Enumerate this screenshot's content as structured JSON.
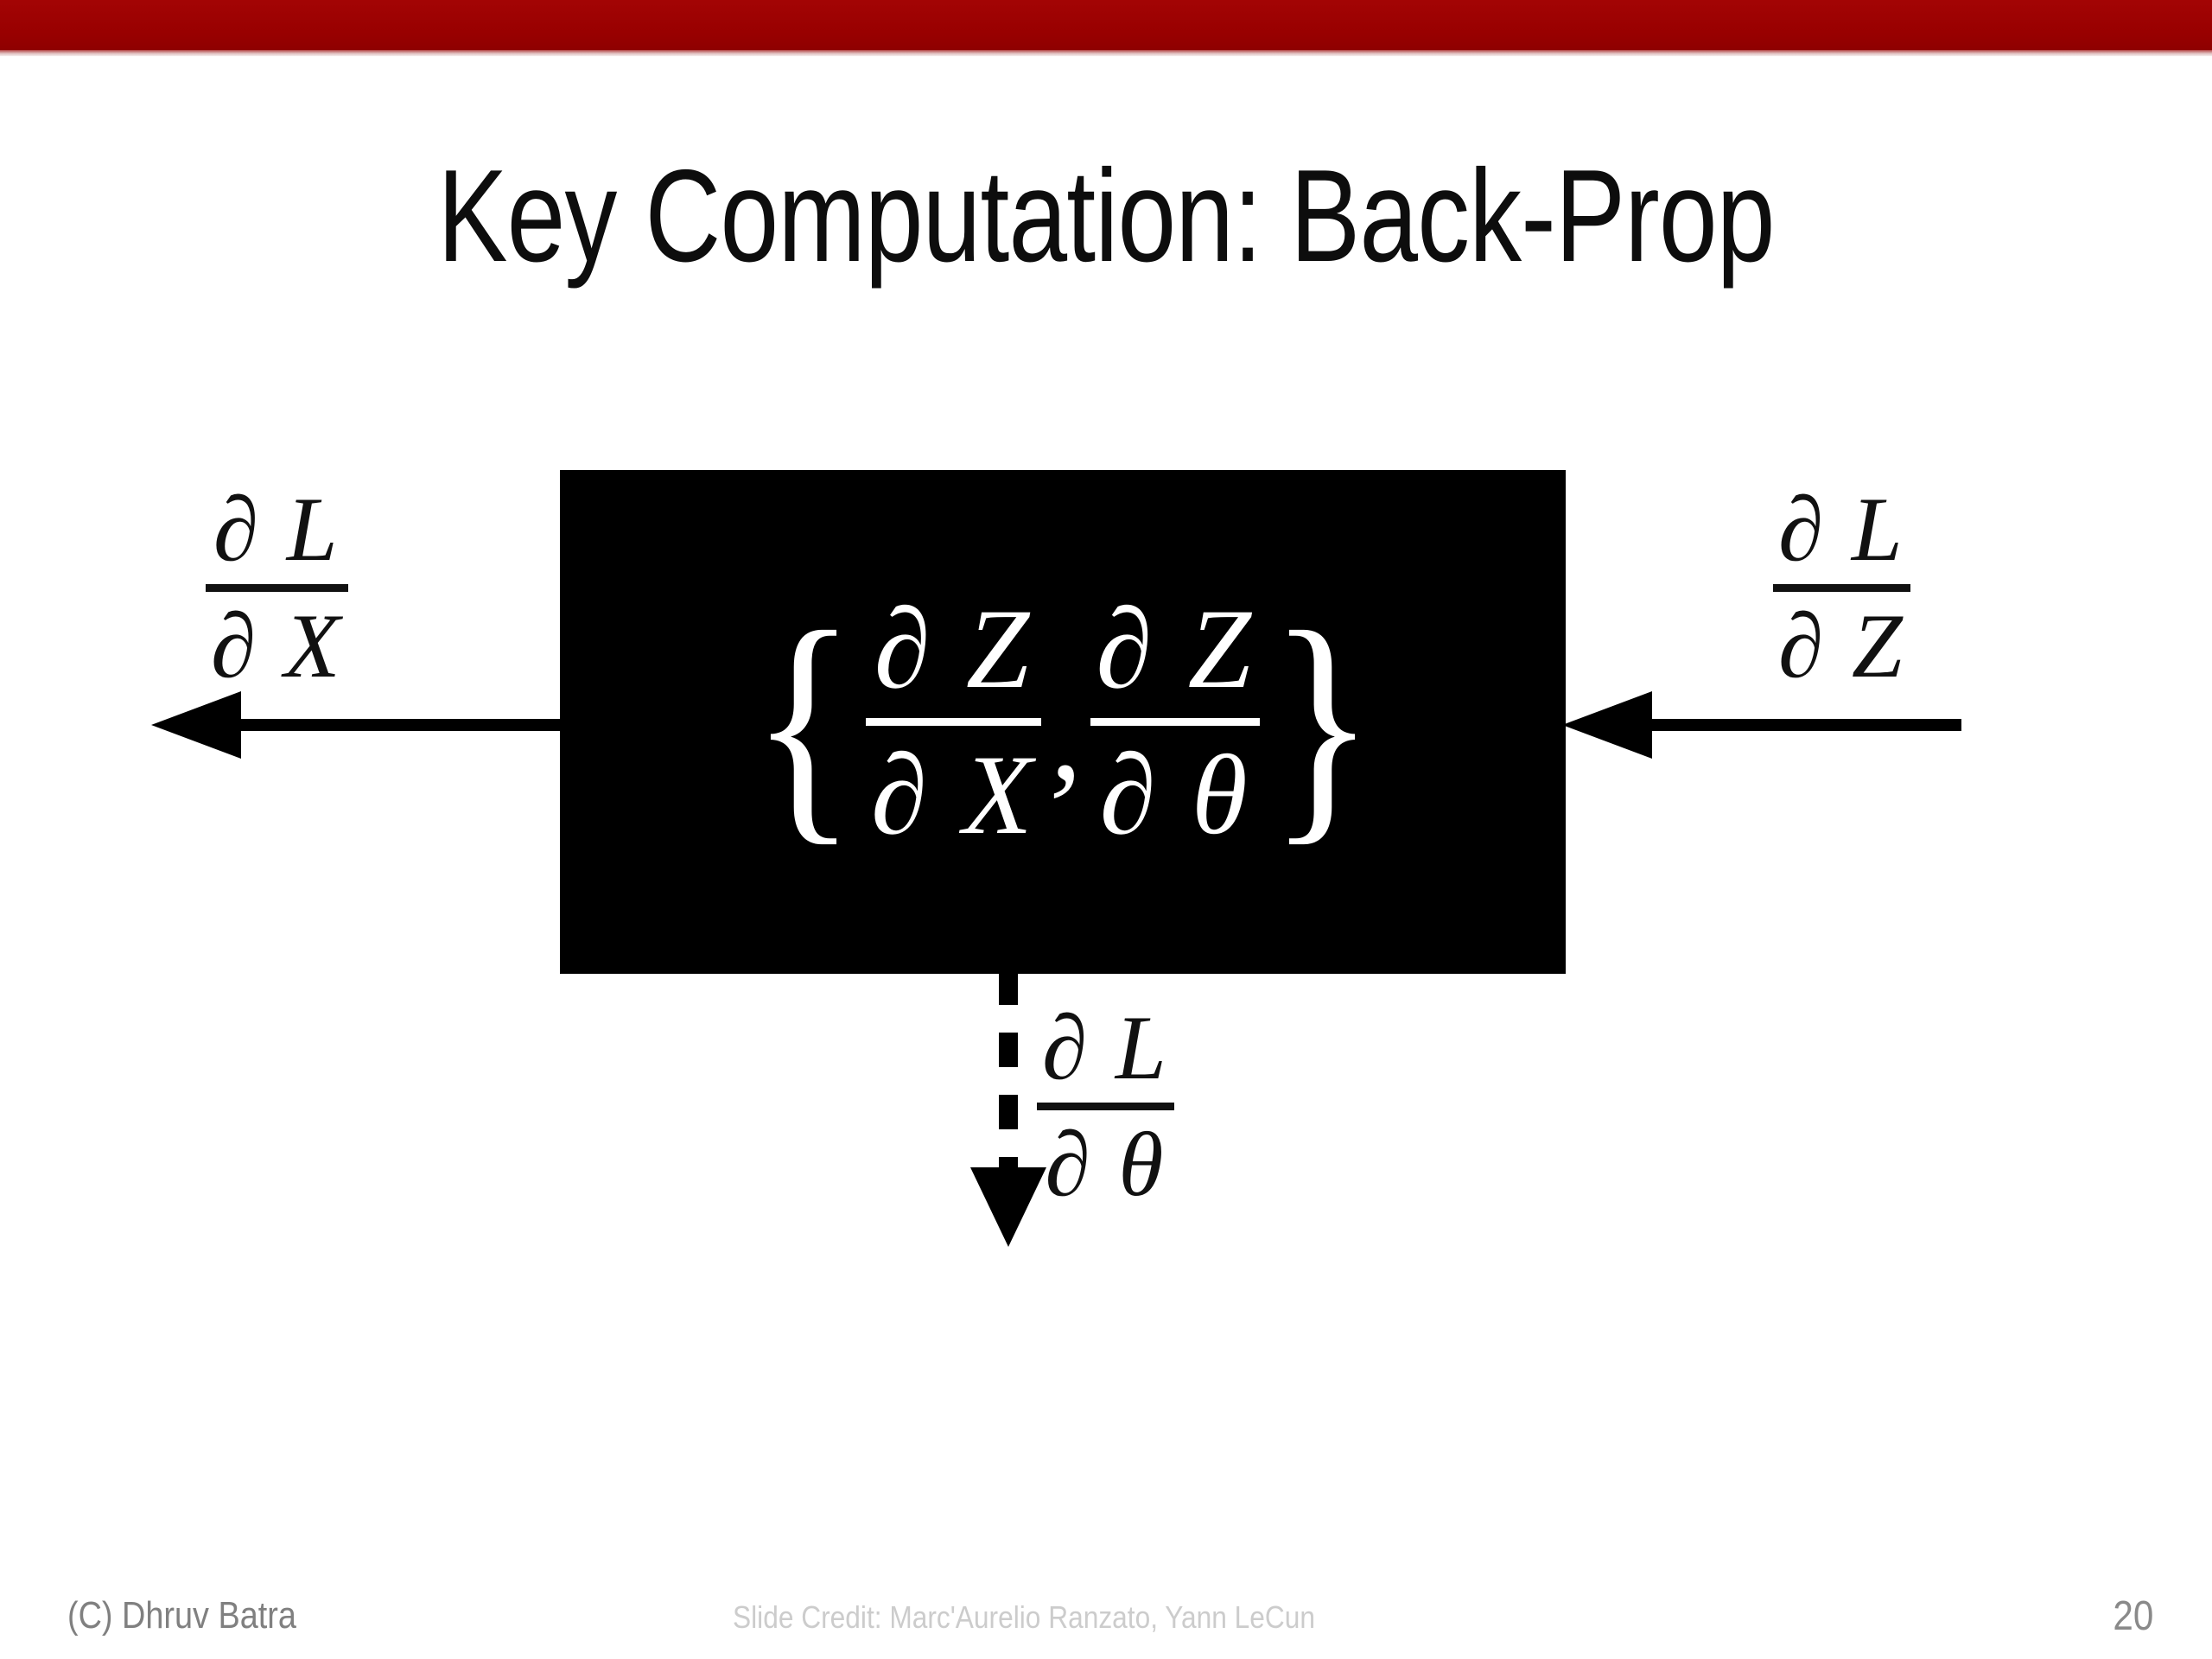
{
  "slide": {
    "title": "Key Computation: Back-Prop",
    "page_number": "20",
    "accent_color": "#9e0000",
    "background_color": "#ffffff",
    "module_box_color": "#000000",
    "module_text_color": "#ffffff"
  },
  "footer": {
    "copyright": "(C) Dhruv Batra",
    "credit": "Slide Credit: Marc'Aurelio Ranzato, Yann LeCun"
  },
  "diagram": {
    "type": "block-diagram",
    "description": "Backward pass through a module: incoming gradient dL/dZ from the right, module computes local Jacobians {dZ/dX, dZ/dtheta}, outgoing gradient dL/dX to the left and dL/dtheta downward.",
    "module": {
      "open_brace": "{",
      "close_brace": "}",
      "separator": ",",
      "jacobian_input": {
        "numerator": "∂ Z",
        "denominator": "∂ X"
      },
      "jacobian_param": {
        "numerator": "∂ Z",
        "denominator": "∂ θ"
      }
    },
    "labels": {
      "output_grad_x": {
        "numerator": "∂ L",
        "denominator": "∂ X"
      },
      "input_grad_z": {
        "numerator": "∂ L",
        "denominator": "∂ Z"
      },
      "param_grad_theta": {
        "numerator": "∂ L",
        "denominator": "∂ θ"
      }
    },
    "arrows": [
      {
        "name": "left-gradient-arrow",
        "direction": "left",
        "style": "solid"
      },
      {
        "name": "right-gradient-arrow",
        "direction": "left",
        "style": "solid"
      },
      {
        "name": "parameter-gradient-arrow",
        "direction": "down",
        "style": "dashed"
      }
    ]
  }
}
